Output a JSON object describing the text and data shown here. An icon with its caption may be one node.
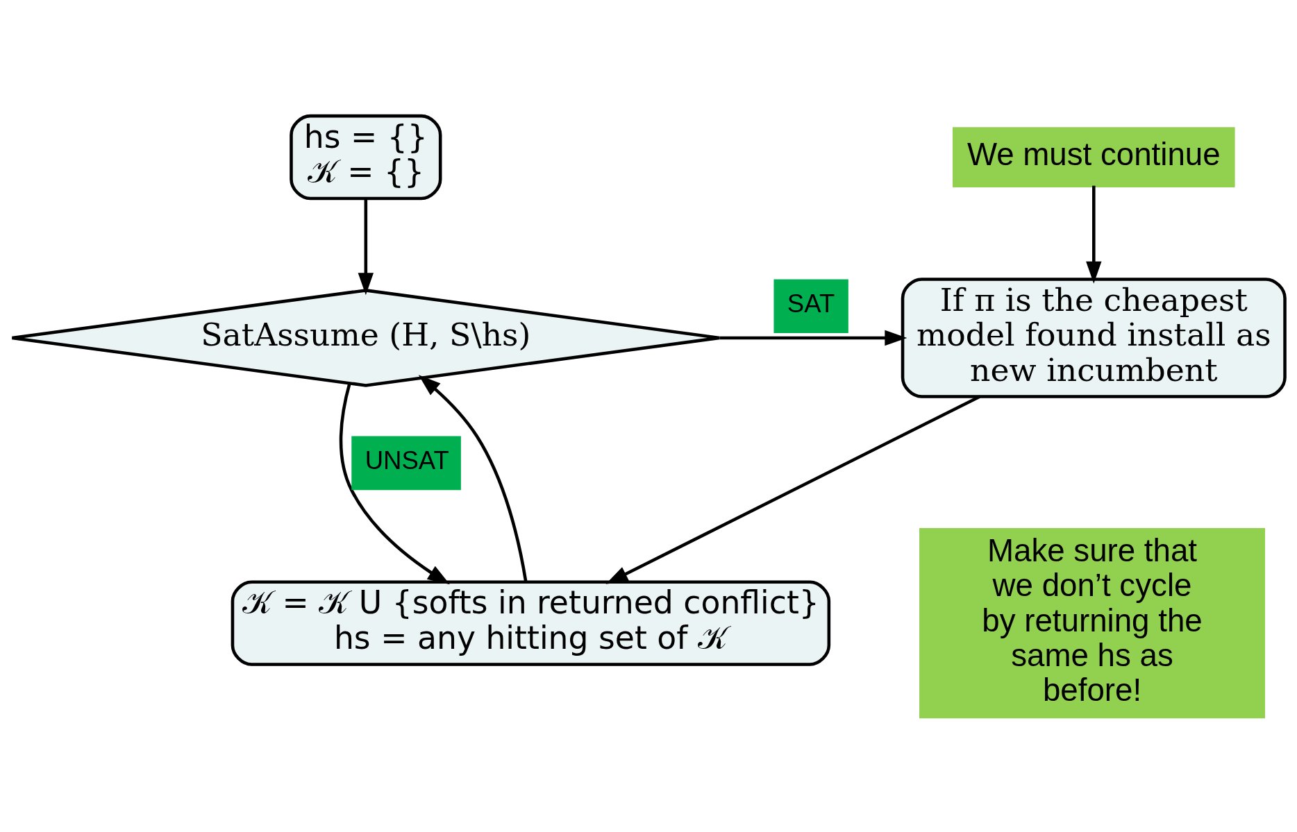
{
  "diagram": {
    "nodes": [
      {
        "text": [
          "hs = {}",
          "𝒦 = {}"
        ]
      },
      {
        "text": [
          "SatAssume (H, S\\hs)"
        ]
      },
      {
        "text": [
          "If π is the cheapest model found install as new incumbent"
        ]
      },
      {
        "text": [
          "𝒦 = 𝒦 U {softs in returned conflict}",
          "hs = any hitting set of 𝒦"
        ]
      },
      {
        "text": [
          "We must continue"
        ]
      },
      {
        "text": [
          "Make sure that we don’t cycle by returning the same hs as before!"
        ]
      }
    ],
    "edges": [
      {
        "from": 0,
        "to": 1,
        "arrow": "to"
      },
      {
        "from": 1,
        "to": 2,
        "arrow": "to",
        "label": "SAT"
      },
      {
        "from": 1,
        "to": 3,
        "arrow": "to",
        "label": "UNSAT"
      },
      {
        "from": 3,
        "to": 1,
        "arrow": "to"
      },
      {
        "from": 4,
        "to": 2,
        "arrow": "to"
      },
      {
        "from": 2,
        "to": 3,
        "arrow": "to"
      }
    ]
  }
}
